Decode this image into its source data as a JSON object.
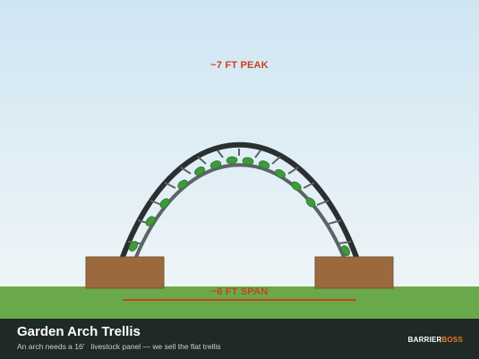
{
  "scene": {
    "peak_label": "~7 FT PEAK",
    "span_label": "~6 FT SPAN",
    "colors": {
      "sky_top": "#cfe5f3",
      "sky_bottom": "#eef5f7",
      "grass": "#6aa94a",
      "planter": "#9a6a3e",
      "arch_outer": "#2b2f2f",
      "arch_inner": "#5b6566",
      "leaf": "#3f9a3a",
      "accent": "#c4441c"
    }
  },
  "footer": {
    "title": "Garden Arch Trellis",
    "subtitle": "An arch needs a 16'   livestock panel — we sell the flat trellis",
    "brand_primary": "BARRIER",
    "brand_secondary": "BOSS",
    "brand_primary_color": "#ffffff",
    "brand_secondary_color": "#e8792a"
  }
}
